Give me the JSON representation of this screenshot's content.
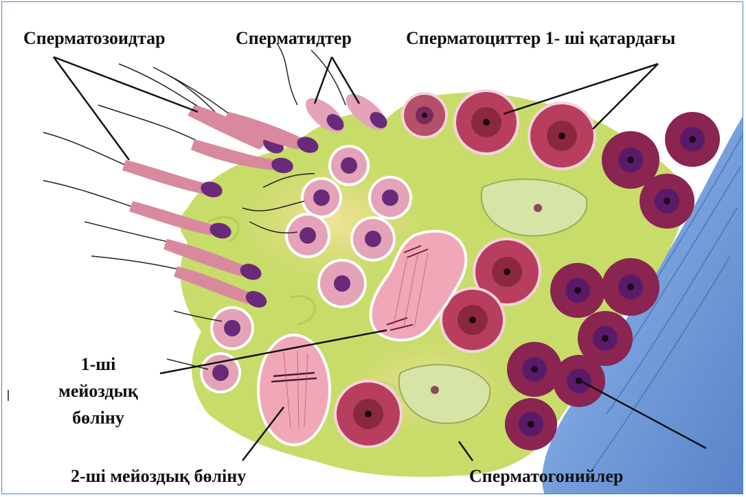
{
  "labels": {
    "spermatozoa": "Сперматозоидтар",
    "spermatids": "Сперматидтер",
    "spermatocytes": "Сперматоциттер 1- ші қатардағы",
    "meiosis1": [
      "1-ші",
      "мейоздық",
      "бөліну"
    ],
    "meiosis2": "2-ші мейоздық бөліну",
    "spermatogonia": "Сперматогонийлер"
  },
  "colors": {
    "cytoplasm": "#c8dc6a",
    "spermatogonia": "#8a2450",
    "spermatocytes": "#b83e60",
    "spermatids": "#e4a3b8",
    "nucleus": "#6a2a7a",
    "basal_membrane": "#5a88d0",
    "frame": "#4a7ec8"
  }
}
